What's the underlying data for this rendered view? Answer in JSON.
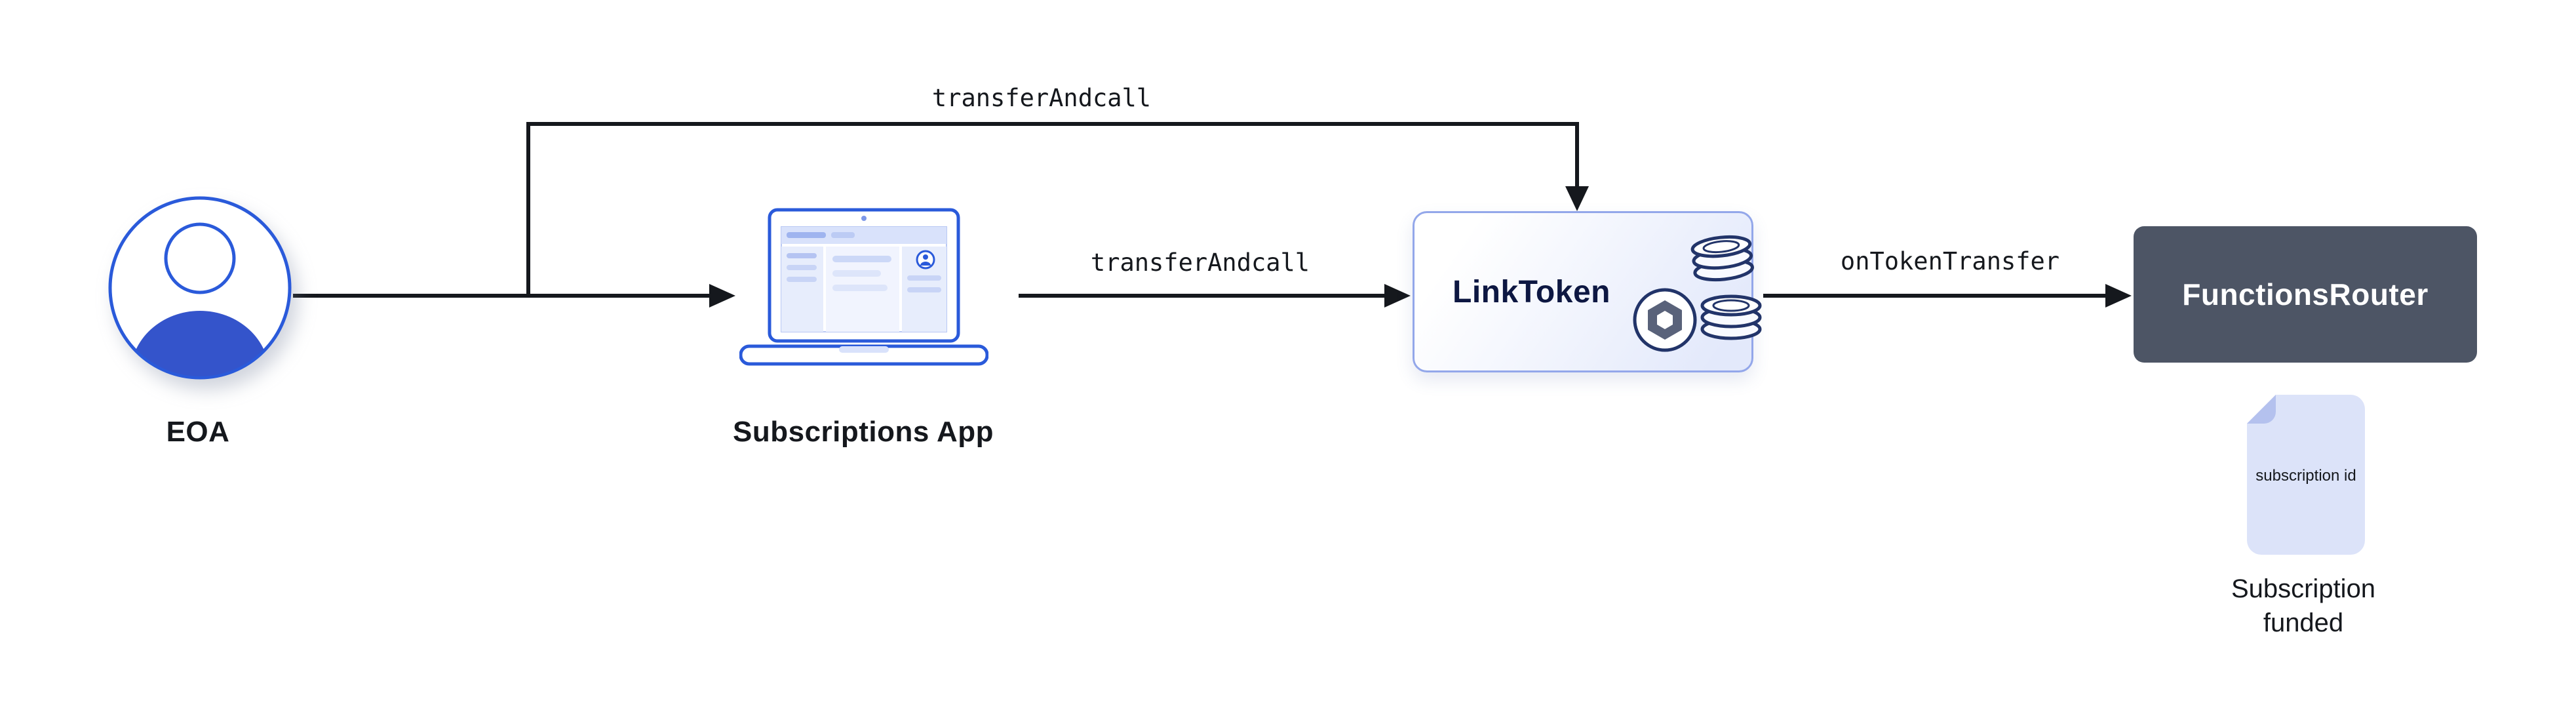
{
  "nodes": {
    "eoa": {
      "label": "EOA"
    },
    "subscriptions_app": {
      "label": "Subscriptions App"
    },
    "link_token": {
      "label": "LinkToken"
    },
    "functions_router": {
      "label": "FunctionsRouter"
    },
    "subscription_doc": {
      "doc_text": "subscription id",
      "caption": "Subscription funded"
    }
  },
  "edges": {
    "eoa_to_link_token": {
      "label": "transferAndcall"
    },
    "app_to_link_token": {
      "label": "transferAndcall"
    },
    "link_token_to_router": {
      "label": "onTokenTransfer"
    }
  },
  "colors": {
    "brand_blue": "#2a5ada",
    "avatar_fill": "#3454cb",
    "link_token_border": "#93a7ea",
    "link_token_bg_start": "#ffffff",
    "link_token_bg_end": "#e3e9fb",
    "router_bg": "#4d5565",
    "router_text": "#ffffff",
    "doc_bg": "#dce3f9",
    "doc_fold": "#b4c1ee",
    "coin_outline": "#223469",
    "arrow": "#15181d"
  }
}
